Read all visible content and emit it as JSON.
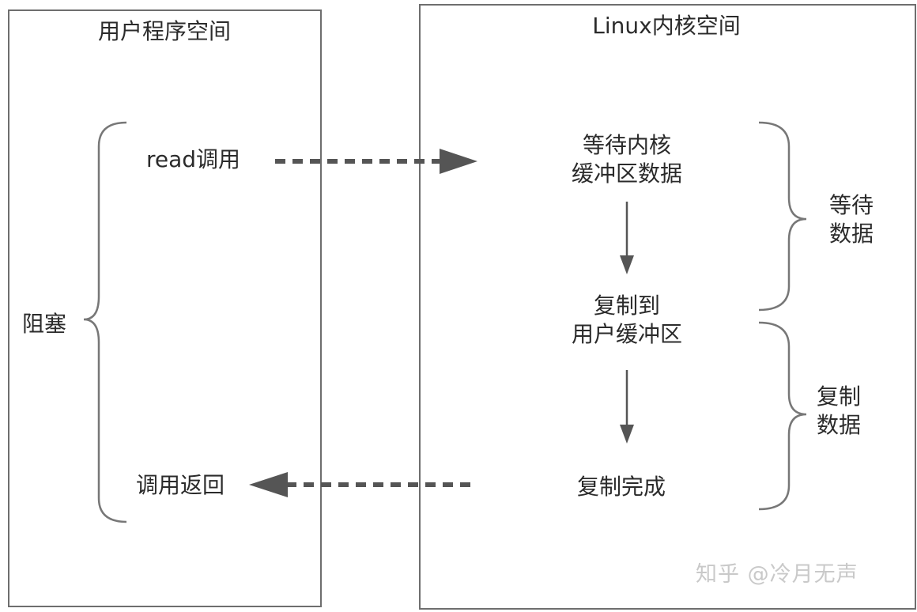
{
  "user_space": {
    "title": "用户程序空间",
    "read_call": "read调用",
    "blocked": "阻塞",
    "call_return": "调用返回"
  },
  "kernel_space": {
    "title": "Linux内核空间",
    "step_wait": "等待内核\n缓冲区数据",
    "step_copy": "复制到\n用户缓冲区",
    "step_done": "复制完成"
  },
  "phases": {
    "wait_data": "等待\n数据",
    "copy_data": "复制\n数据"
  },
  "watermark": "知乎 @冷月无声",
  "colors": {
    "border": "#6e6e6e",
    "arrow": "#555555",
    "text": "#2b2b2b",
    "watermark": "#c9c9c9"
  }
}
